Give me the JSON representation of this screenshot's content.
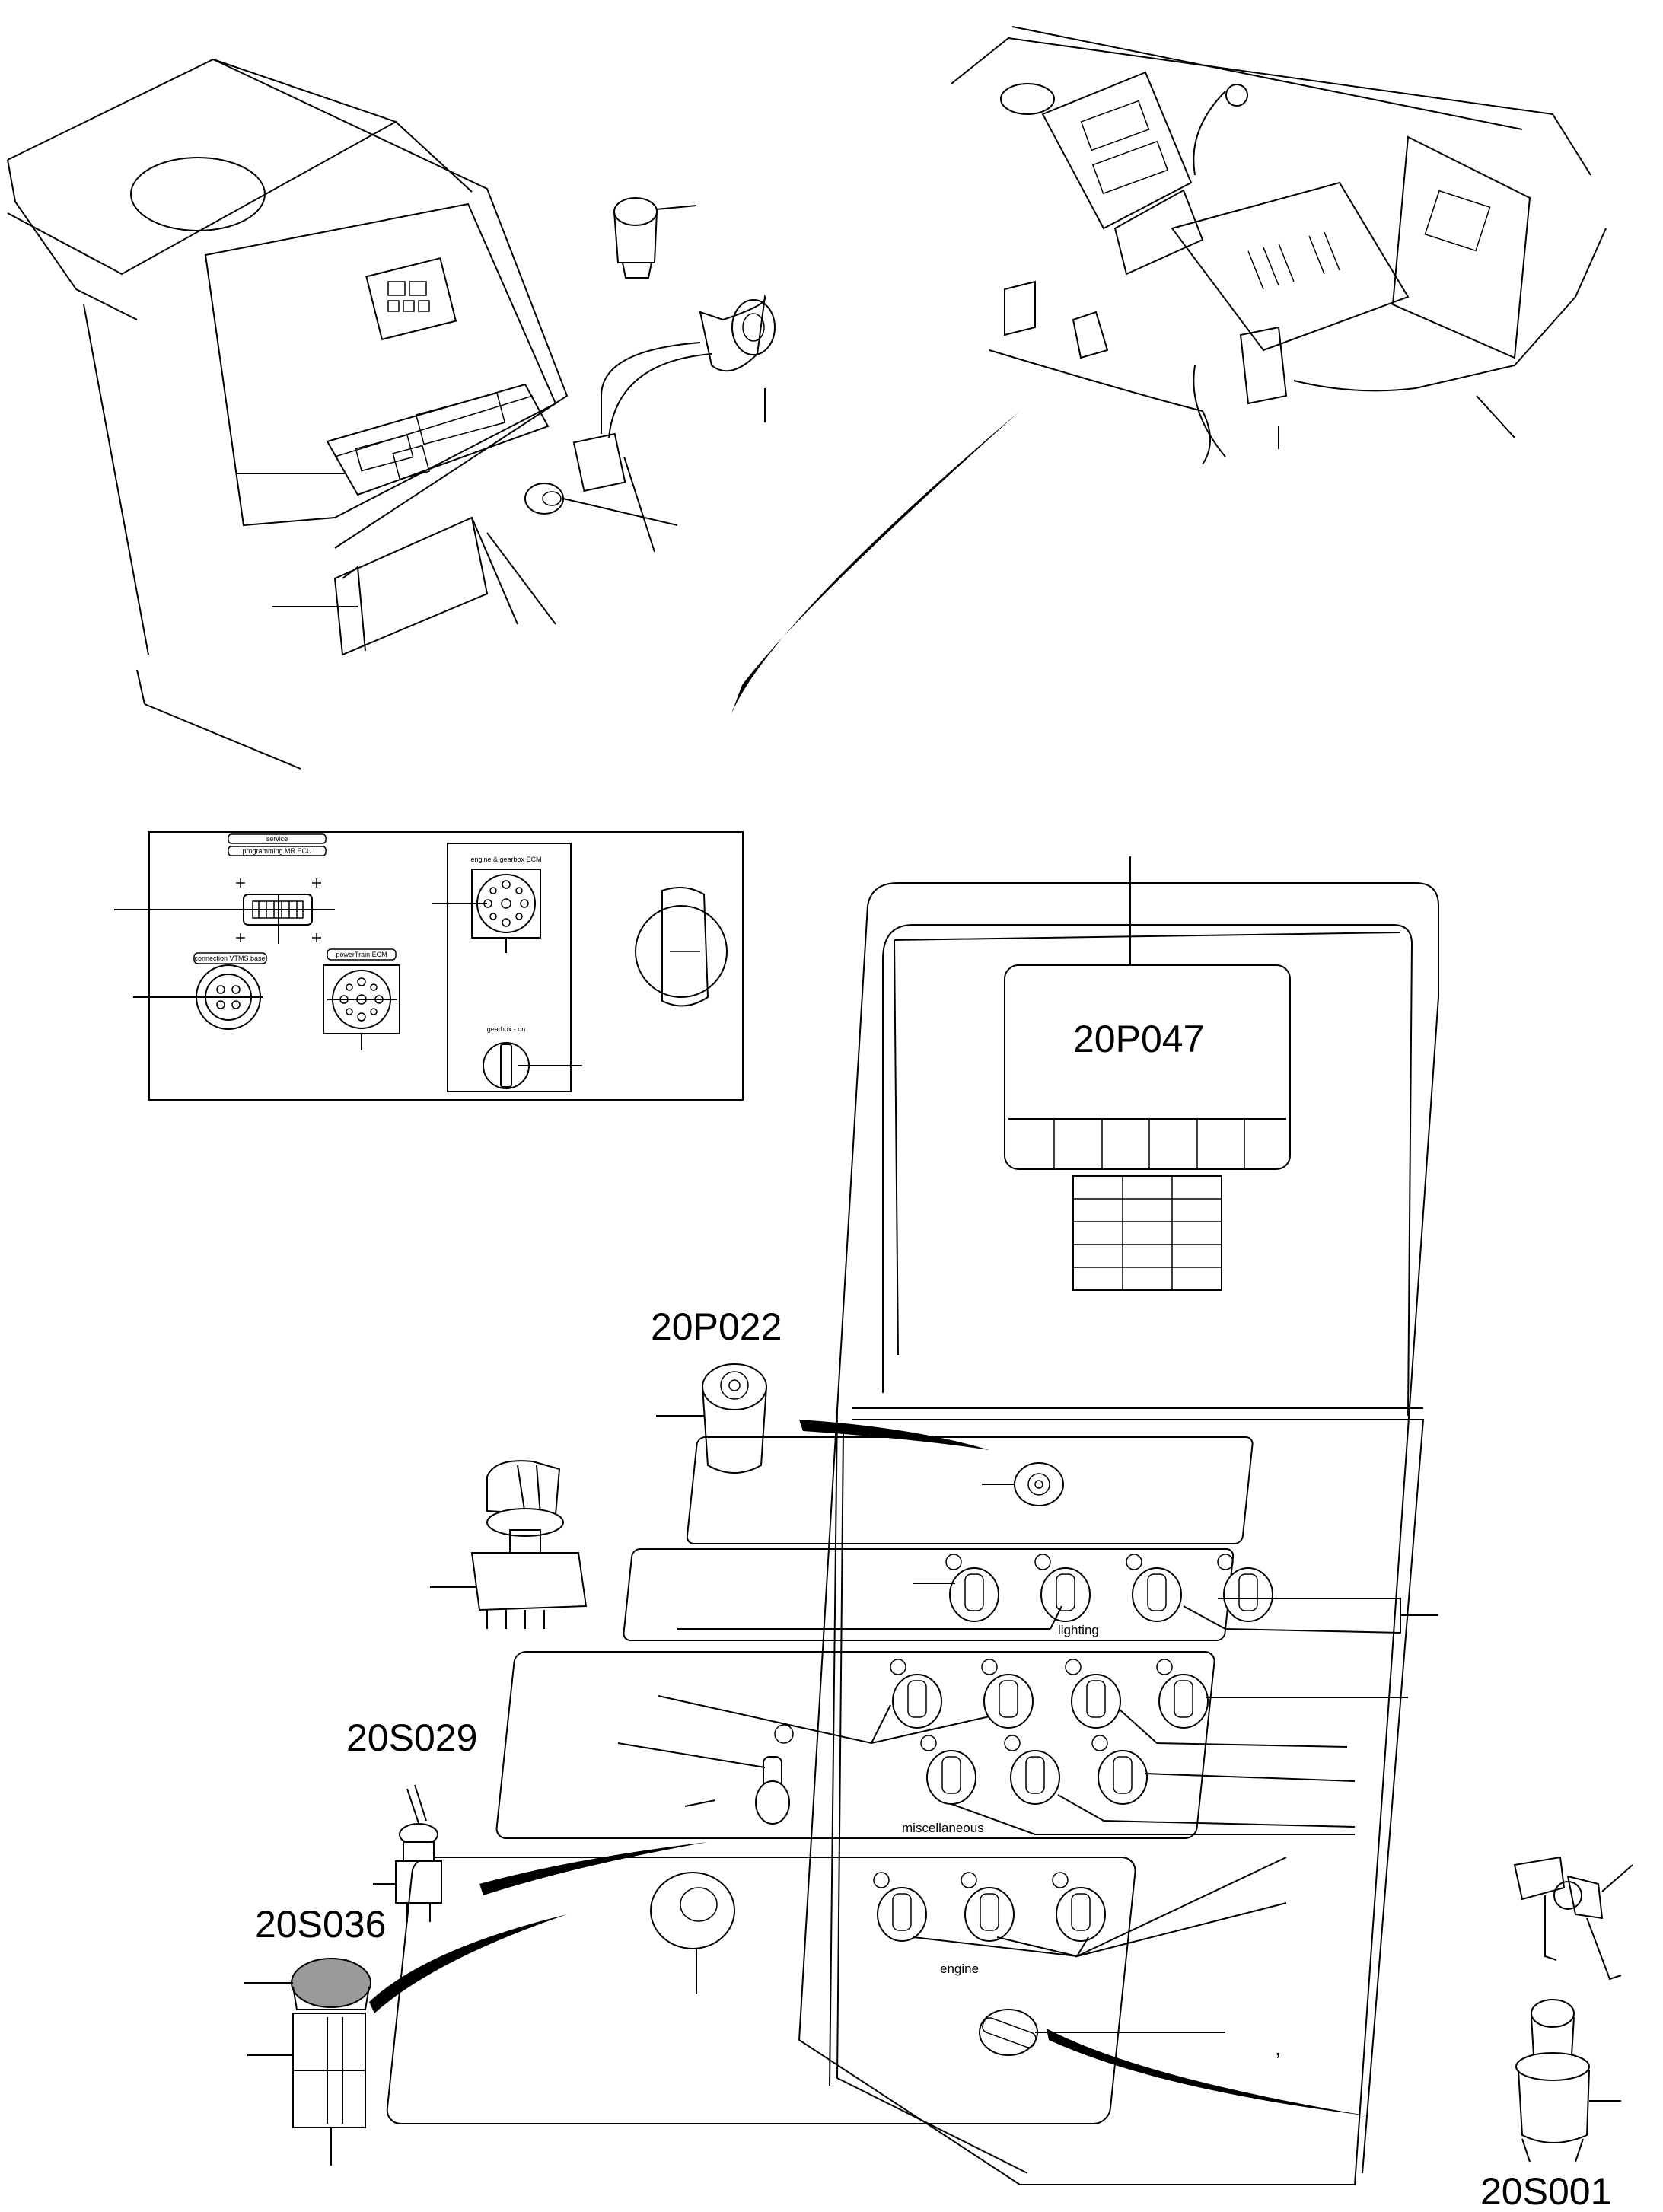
{
  "labels": {
    "display": "20P047",
    "socket": "20P022",
    "toggle": "20S029",
    "estop": "20S036",
    "ignition": "20S001"
  },
  "panel_groups": {
    "lighting": "lighting",
    "miscellaneous": "miscellaneous",
    "engine": "engine"
  },
  "connector_panel_text": {
    "header_1": "service",
    "header_2": "programming MR ECU",
    "round_connector": "connection VTMS base",
    "square_connector": "powerTrain ECM",
    "engine_ecm": "engine & gearbox ECM",
    "switch": "gearbox - on"
  },
  "stray_mark": ","
}
